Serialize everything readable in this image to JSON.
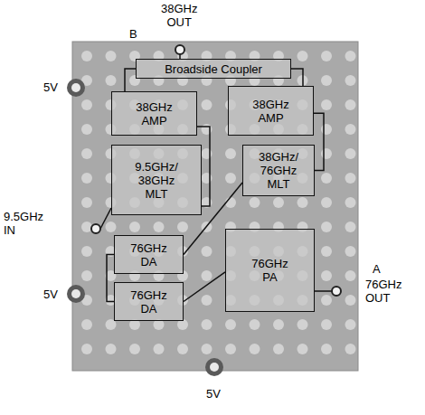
{
  "diagram": {
    "nodes": [
      {
        "text": [
          "Broadside Coupler"
        ]
      },
      {
        "text": [
          "38GHz AMP"
        ]
      },
      {
        "text": [
          "38GHz AMP"
        ]
      },
      {
        "text": [
          "9.5GHz/ 38GHz MLT"
        ]
      },
      {
        "text": [
          "38GHz/ 76GHz MLT"
        ]
      },
      {
        "text": [
          "76GHz DA"
        ]
      },
      {
        "text": [
          "76GHz DA"
        ]
      },
      {
        "text": [
          "76GHz PA"
        ]
      }
    ],
    "edges": [
      {
        "from": 3,
        "to": 1,
        "arrow": "none"
      },
      {
        "from": 1,
        "to": 0,
        "arrow": "none"
      },
      {
        "from": 0,
        "to": 2,
        "arrow": "none"
      },
      {
        "from": 2,
        "to": 4,
        "arrow": "none"
      },
      {
        "from": 4,
        "to": 5,
        "arrow": "none"
      },
      {
        "from": 5,
        "to": 6,
        "arrow": "none"
      },
      {
        "from": 6,
        "to": 7,
        "arrow": "none"
      }
    ],
    "labels": [
      "B",
      "38GHz OUT",
      "5V",
      "9.5GHz IN",
      "5V",
      "A",
      "76GHz OUT",
      "5V"
    ]
  }
}
